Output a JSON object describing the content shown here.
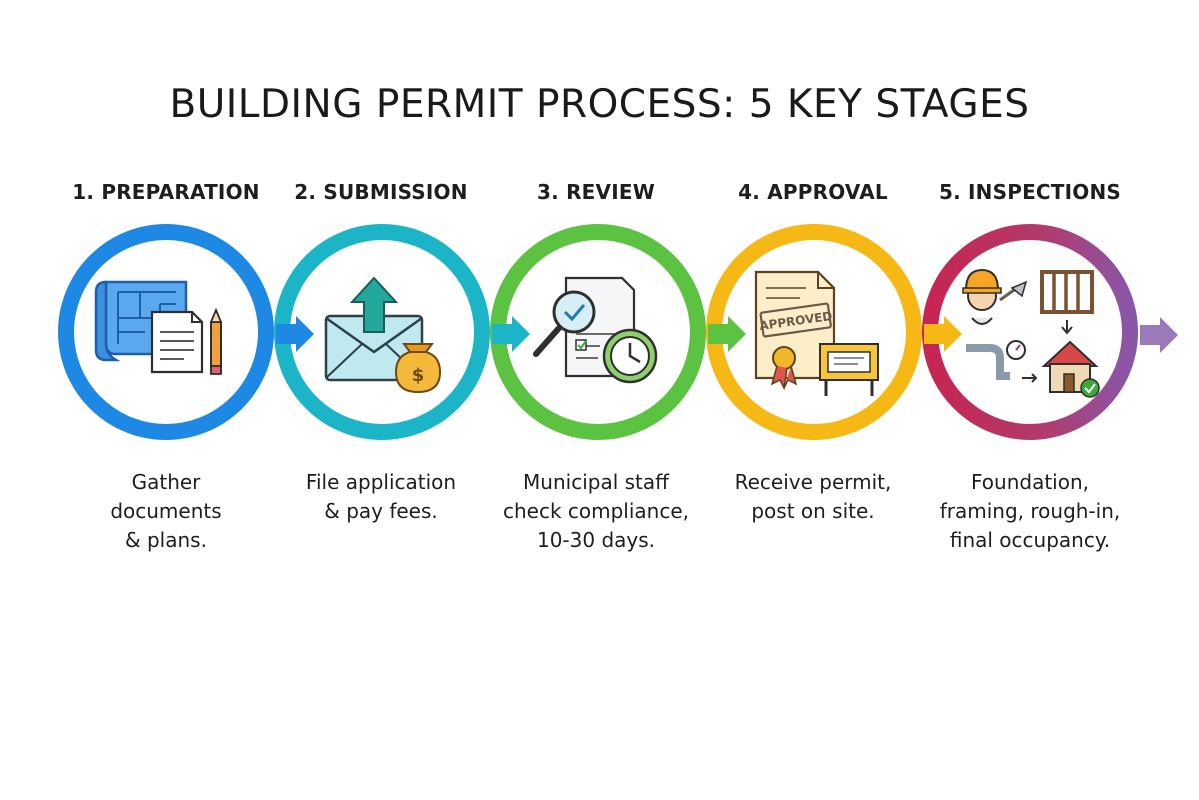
{
  "title": "BUILDING PERMIT PROCESS: 5 KEY STAGES",
  "stages": [
    {
      "label": "1. PREPARATION",
      "desc_lines": [
        "Gather",
        "documents",
        "& plans."
      ],
      "color": "#1e88e5",
      "icon": "blueprint-icon"
    },
    {
      "label": "2. SUBMISSION",
      "desc_lines": [
        "File application",
        "& pay fees."
      ],
      "color": "#1cb5c7",
      "icon": "envelope-upload-icon"
    },
    {
      "label": "3. REVIEW",
      "desc_lines": [
        "Municipal staff",
        "check compliance,",
        "10-30 days."
      ],
      "color": "#5cc241",
      "icon": "magnifier-document-icon"
    },
    {
      "label": "4. APPROVAL",
      "desc_lines": [
        "Receive permit,",
        "post on site."
      ],
      "color": "#f5b814",
      "icon": "approved-certificate-icon"
    },
    {
      "label": "5. INSPECTIONS",
      "desc_lines": [
        "Foundation,",
        "framing, rough-in,",
        "final occupancy."
      ],
      "color": "#c72552",
      "icon": "inspection-icon"
    }
  ],
  "stamp_text": "APPROVED",
  "money_symbol": "$"
}
